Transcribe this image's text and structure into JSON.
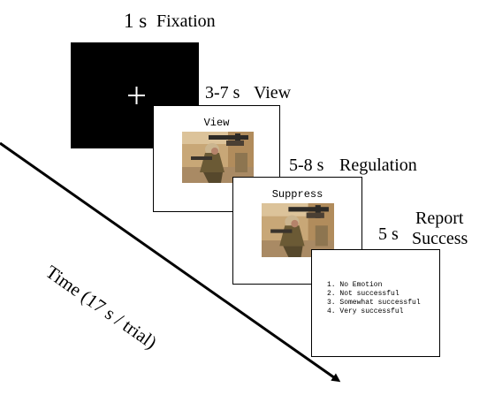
{
  "stages": {
    "fixation": {
      "duration": "1 s",
      "name": "Fixation",
      "symbol": "+"
    },
    "view": {
      "duration": "3-7 s",
      "name": "View",
      "screen_text": "View"
    },
    "regulation": {
      "duration": "5-8 s",
      "name": "Regulation",
      "screen_text": "Suppress"
    },
    "report": {
      "duration": "5 s",
      "name_line1": "Report",
      "name_line2": "Success",
      "options": [
        "1. No Emotion",
        "2. Not successful",
        "3. Somewhat successful",
        "4. Very successful"
      ]
    }
  },
  "timeline": {
    "label": "Time (17 s / trial)"
  },
  "colors": {
    "fixation_bg": "#000000",
    "screen_bg": "#ffffff",
    "line": "#000000"
  },
  "icons": {
    "stimulus": "soldier-with-rifle-photo"
  }
}
